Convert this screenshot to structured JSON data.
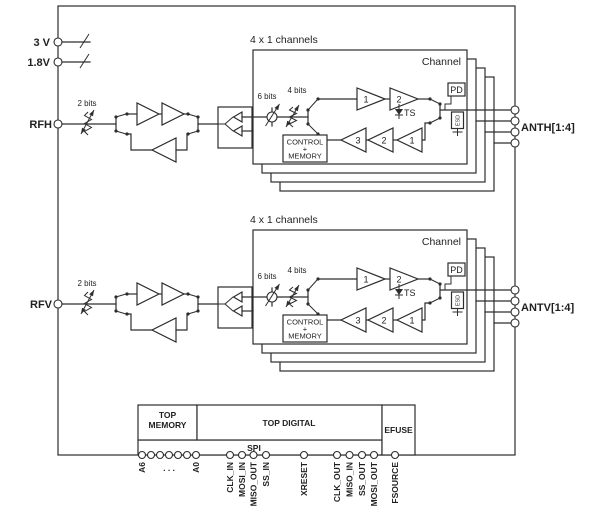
{
  "diagram": {
    "background": "#ffffff",
    "line_color": "#2d2d2d",
    "power_pins": [
      {
        "label": "3 V"
      },
      {
        "label": "1.8V"
      }
    ],
    "sections": [
      {
        "rf_input": "RFH",
        "antenna_output": "ANTH[1:4]",
        "channels_title": "4 x 1 channels",
        "channel_label": "Channel",
        "input_attenuator_bits": "2 bits",
        "phase_shifter_bits": "6 bits",
        "channel_attenuator_bits": "4 bits",
        "tx_amp_labels": [
          "1",
          "2"
        ],
        "rx_amp_labels": [
          "3",
          "2",
          "1"
        ],
        "temp_sensor_label": "TS",
        "power_detector_label": "PD",
        "esd_label": "ESD",
        "control_memory_lines": [
          "CONTROL",
          "+",
          "MEMORY"
        ]
      },
      {
        "rf_input": "RFV",
        "antenna_output": "ANTV[1:4]",
        "channels_title": "4 x 1 channels",
        "channel_label": "Channel",
        "input_attenuator_bits": "2 bits",
        "phase_shifter_bits": "6 bits",
        "channel_attenuator_bits": "4 bits",
        "tx_amp_labels": [
          "1",
          "2"
        ],
        "rx_amp_labels": [
          "3",
          "2",
          "1"
        ],
        "temp_sensor_label": "TS",
        "power_detector_label": "PD",
        "esd_label": "ESD",
        "control_memory_lines": [
          "CONTROL",
          "+",
          "MEMORY"
        ]
      }
    ],
    "bottom": {
      "top_memory_lines": [
        "TOP",
        "MEMORY"
      ],
      "top_digital_label": "TOP DIGITAL",
      "spi_label": "SPI",
      "efuse_label": "EFUSE",
      "address_pins": {
        "first": "A6",
        "ellipsis": ". . .",
        "last": "A0"
      },
      "spi_in_pins": [
        "CLK_IN",
        "MOSI_IN",
        "MISO_OUT",
        "SS_IN"
      ],
      "xreset_pin": "XRESET",
      "spi_out_pins": [
        "CLK_OUT",
        "MISO_IN",
        "SS_OUT",
        "MOSI_OUT"
      ],
      "fsource_pin": "FSOURCE"
    }
  }
}
